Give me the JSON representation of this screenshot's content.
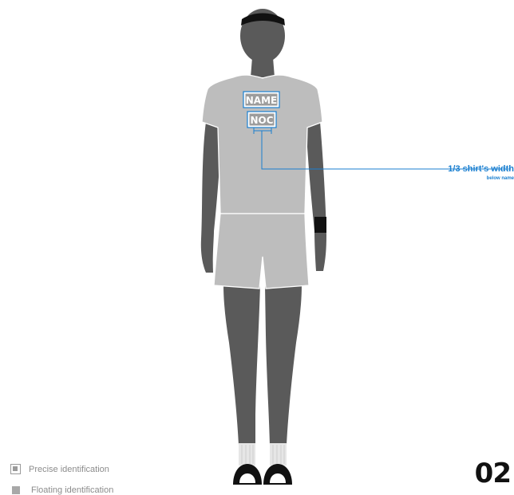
{
  "figure": {
    "shirt_labels": {
      "name": "NAME",
      "noc": "NOC"
    },
    "callout": {
      "title": "1/3 shirt's width",
      "subtitle": "below name"
    },
    "colors": {
      "accent": "#1a7fd0",
      "body": "#5a5a5a",
      "garment": "#bdbdbd",
      "headband": "#111111"
    }
  },
  "legend": {
    "precise": {
      "icon": "outlined-square-icon",
      "label": "Precise identification"
    },
    "floating": {
      "icon": "solid-square-icon",
      "label": "Floating identification"
    }
  },
  "page_number": "02"
}
